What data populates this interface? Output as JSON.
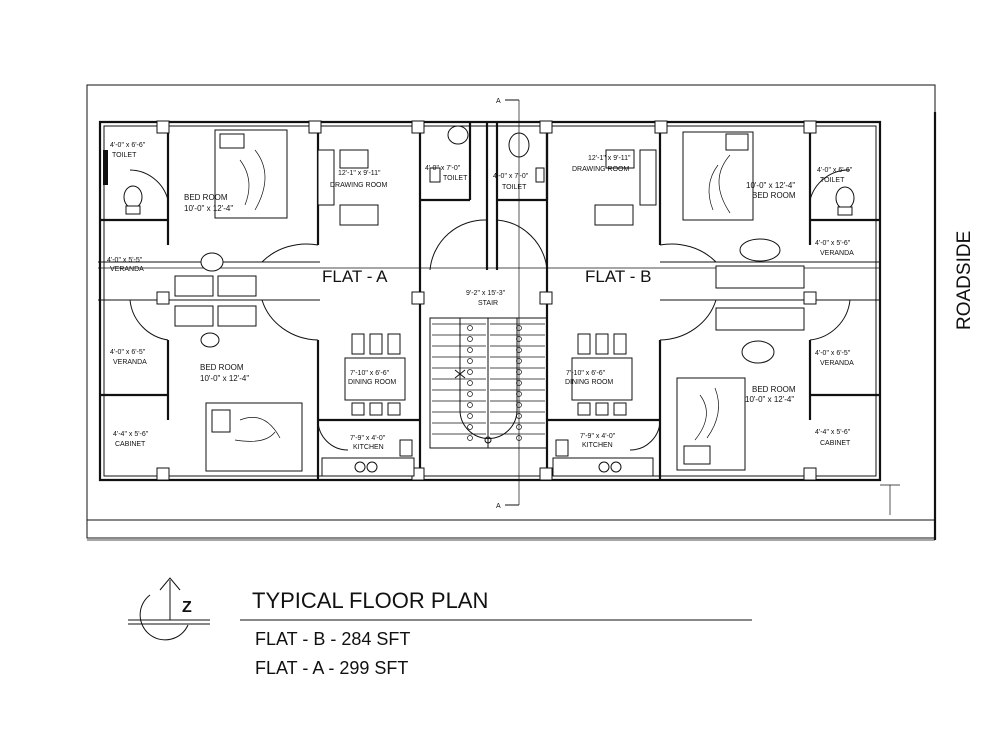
{
  "plan": {
    "flat_a_label": "FLAT - A",
    "flat_b_label": "FLAT - B",
    "roadside": "ROADSIDE",
    "section_marker": "A",
    "rooms": {
      "a_toilet_dim": "4'-0\" x 6'-6\"",
      "a_toilet": "TOILET",
      "a_bed_top": "BED ROOM",
      "a_bed_top_dim": "10'-0\" x 12'-4\"",
      "a_drawing_dim": "12'-1\" x 9'-11\"",
      "a_drawing": "DRAWING ROOM",
      "a_toilet2_dim": "4'-0\" x 7'-0\"",
      "a_toilet2": "TOILET",
      "a_veranda_top_dim": "4'-0\" x 5'-5\"",
      "a_veranda_top": "VERANDA",
      "a_veranda_bot_dim": "4'-0\" x 6'-5\"",
      "a_veranda_bot": "VERANDA",
      "a_bed_bot": "BED ROOM",
      "a_bed_bot_dim": "10'-0\" x 12'-4\"",
      "a_cabinet_dim": "4'-4\" x 5'-6\"",
      "a_cabinet": "CABINET",
      "a_dining_dim": "7'-10\" x 6'-6\"",
      "a_dining": "DINING ROOM",
      "a_kitchen_dim": "7'-9\" x 4'-0\"",
      "a_kitchen": "KITCHEN",
      "stair_dim": "9'-2\" x 15'-3\"",
      "stair": "STAIR",
      "b_toilet2_dim": "4'-0\" x 7'-0\"",
      "b_toilet2": "TOILET",
      "b_drawing_dim": "12'-1\" x 9'-11\"",
      "b_drawing": "DRAWING ROOM",
      "b_bed_top_dim": "10'-0\" x 12'-4\"",
      "b_bed_top": "BED ROOM",
      "b_toilet_dim": "4'-0\" x 6'-6\"",
      "b_toilet": "TOILET",
      "b_veranda_top_dim": "4'-0\" x 5'-6\"",
      "b_veranda_top": "VERANDA",
      "b_veranda_bot_dim": "4'-0\" x 6'-5\"",
      "b_veranda_bot": "VERANDA",
      "b_dining_dim": "7'-10\" x 6'-6\"",
      "b_dining": "DINING ROOM",
      "b_kitchen_dim": "7'-9\" x 4'-0\"",
      "b_kitchen": "KITCHEN",
      "b_bed_bot": "BED ROOM",
      "b_bed_bot_dim": "10'-0\" x 12'-4\"",
      "b_cabinet_dim": "4'-4\" x 5'-6\"",
      "b_cabinet": "CABINET"
    }
  },
  "legend": {
    "title": "TYPICAL FLOOR PLAN",
    "line1": "FLAT - B - 284 SFT",
    "line2": "FLAT - A - 299 SFT",
    "logo_letter": "Z"
  }
}
